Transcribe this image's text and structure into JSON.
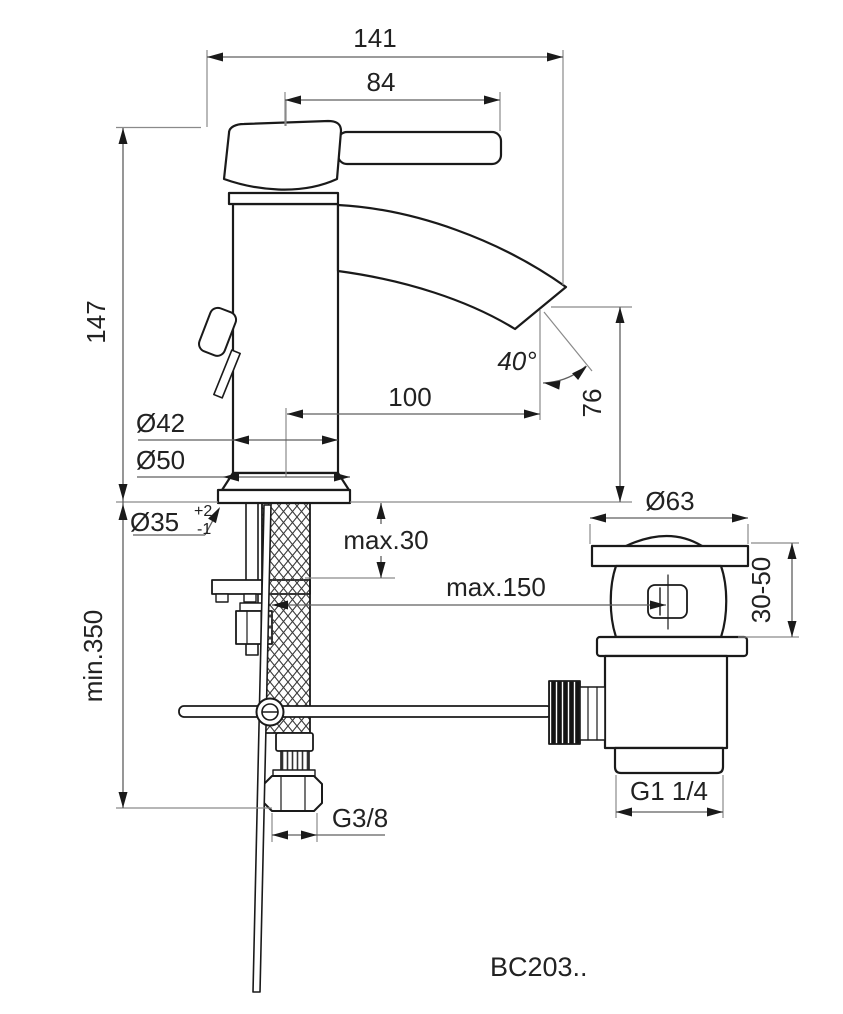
{
  "drawing": {
    "product_code": "BC203..",
    "dimensions": {
      "projection_total": "141",
      "handle_length": "84",
      "height_above_deck": "147",
      "clearance_below": "min.350",
      "body_diameter": "Ø42",
      "base_diameter": "Ø50",
      "hole_diameter": "Ø35",
      "hole_tol_plus": "+2",
      "hole_tol_minus": "-1",
      "deck_thickness_max": "max.30",
      "rod_reach_max": "max.150",
      "spout_reach": "100",
      "spout_angle": "40°",
      "outlet_height": "76",
      "waste_flange_diameter": "Ø63",
      "basin_clamp_range": "30-50",
      "supply_thread": "G3/8",
      "waste_thread": "G1 1/4"
    }
  }
}
